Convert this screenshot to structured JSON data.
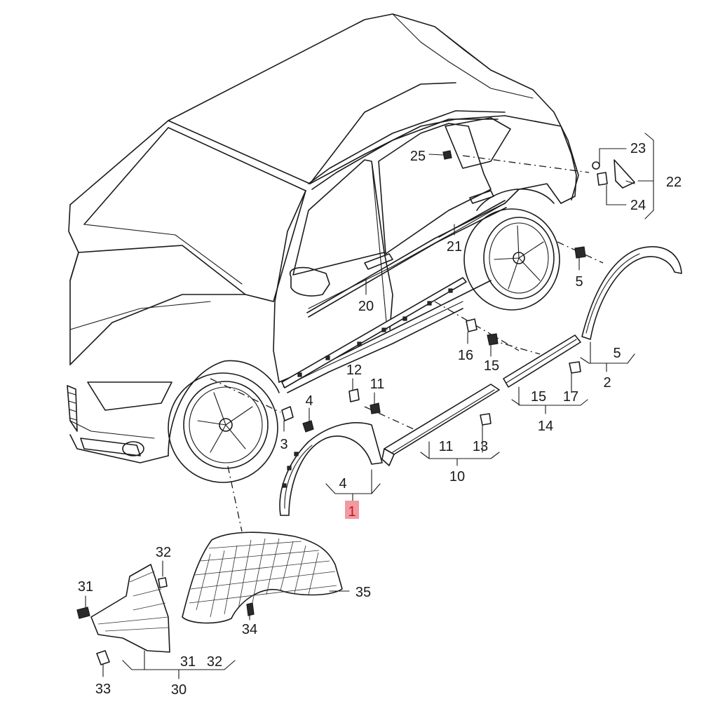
{
  "callouts": {
    "c1": "1",
    "c2": "2",
    "c3": "3",
    "c4a": "4",
    "c4b": "4",
    "c5a": "5",
    "c5b": "5",
    "c10": "10",
    "c11a": "11",
    "c11b": "11",
    "c12": "12",
    "c13": "13",
    "c14": "14",
    "c15a": "15",
    "c15b": "15",
    "c16": "16",
    "c17": "17",
    "c20": "20",
    "c21": "21",
    "c22": "22",
    "c23": "23",
    "c24": "24",
    "c25": "25",
    "c30": "30",
    "c31a": "31",
    "c31b": "31",
    "c32a": "32",
    "c32b": "32",
    "c33": "33",
    "c34": "34",
    "c35": "35"
  },
  "colors": {
    "line": "#1a1a1a",
    "highlight": "#f19aa0",
    "highlight_text": "#c0172a",
    "background": "#ffffff"
  },
  "highlighted_part": "1"
}
